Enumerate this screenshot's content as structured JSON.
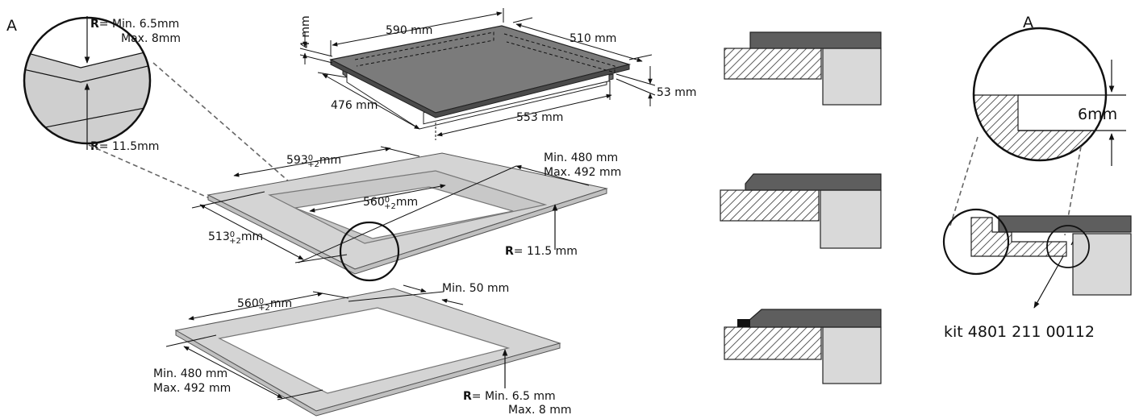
{
  "labels": {
    "detail_a_left": "A",
    "detail_a_right": "A",
    "r_bold": "R",
    "radius_top_1": "= Min. 6.5mm",
    "radius_top_2": "Max. 8mm",
    "radius_bottom": "= 11.5mm",
    "hob_width": "590 mm",
    "hob_depth": "510 mm",
    "hob_thickness": "4 mm",
    "hob_body_depth": "476 mm",
    "hob_body_width": "553 mm",
    "hob_height": "53 mm",
    "cut_outer_width": "593",
    "cut_outer_depth": "513",
    "cut_inner_width_1": "560",
    "cut_inner_width_2": "560",
    "tol_sup": "0",
    "tol_sub": "+2",
    "mm": "mm",
    "dist_a_1": "Min. 480 mm",
    "dist_a_2": "Max. 492 mm",
    "radius_cut": "= 11.5 mm",
    "min_50": "Min. 50 mm",
    "dist_b_1": "Min. 480 mm",
    "dist_b_2": "Max. 492 mm",
    "radius_cut2_1": "= Min. 6.5 mm",
    "radius_cut2_2": "Max. 8 mm",
    "gap": "6mm",
    "kit": "kit 4801 211 00112"
  }
}
